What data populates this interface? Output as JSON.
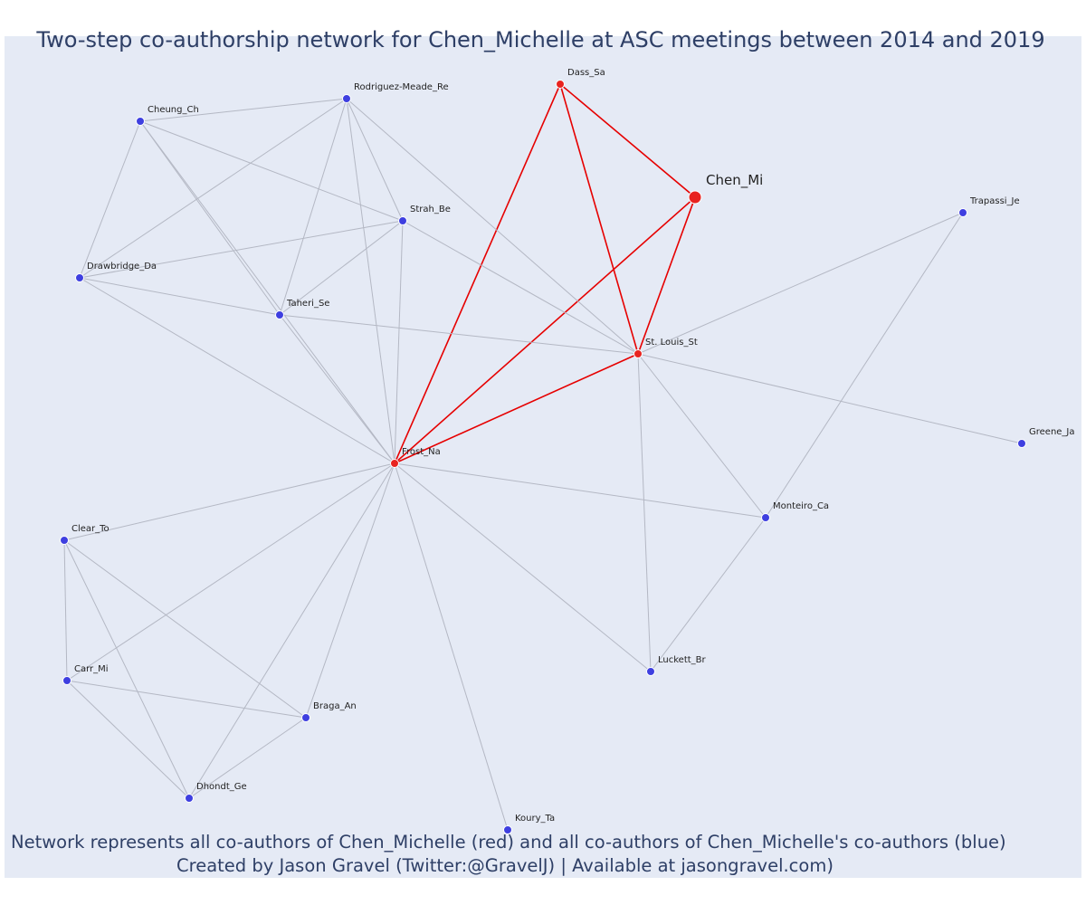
{
  "title": "Two-step co-authorship network for Chen_Michelle at ASC meetings between 2014 and 2019",
  "footer": {
    "line1": "Network represents all co-authors of Chen_Michelle (red) and all co-authors of Chen_Michelle's co-authors (blue)",
    "line2": "Created by Jason Gravel (Twitter:@GravelJ) | Available at jasongravel.com)"
  },
  "colors": {
    "background": "#e5eaf5",
    "red": "#e8231f",
    "blue": "#3e3fe0",
    "edge_gray": "#b4b8c4",
    "edge_red": "#e60000"
  },
  "nodes": [
    {
      "id": "Chen_Mi",
      "group": "focal"
    },
    {
      "id": "Dass_Sa",
      "group": "red"
    },
    {
      "id": "St. Louis_St",
      "group": "red"
    },
    {
      "id": "Frost_Na",
      "group": "red"
    },
    {
      "id": "Rodriguez-Meade_Re",
      "group": "blue"
    },
    {
      "id": "Cheung_Ch",
      "group": "blue"
    },
    {
      "id": "Strah_Be",
      "group": "blue"
    },
    {
      "id": "Drawbridge_Da",
      "group": "blue"
    },
    {
      "id": "Taheri_Se",
      "group": "blue"
    },
    {
      "id": "Trapassi_Je",
      "group": "blue"
    },
    {
      "id": "Greene_Ja",
      "group": "blue"
    },
    {
      "id": "Monteiro_Ca",
      "group": "blue"
    },
    {
      "id": "Luckett_Br",
      "group": "blue"
    },
    {
      "id": "Clear_To",
      "group": "blue"
    },
    {
      "id": "Carr_Mi",
      "group": "blue"
    },
    {
      "id": "Braga_An",
      "group": "blue"
    },
    {
      "id": "Dhondt_Ge",
      "group": "blue"
    },
    {
      "id": "Koury_Ta",
      "group": "blue"
    }
  ],
  "edges": [
    [
      "Chen_Mi",
      "Dass_Sa",
      "red"
    ],
    [
      "Chen_Mi",
      "St. Louis_St",
      "red"
    ],
    [
      "Chen_Mi",
      "Frost_Na",
      "red"
    ],
    [
      "Dass_Sa",
      "St. Louis_St",
      "red"
    ],
    [
      "Dass_Sa",
      "Frost_Na",
      "red"
    ],
    [
      "St. Louis_St",
      "Frost_Na",
      "red"
    ],
    [
      "Cheung_Ch",
      "Rodriguez-Meade_Re",
      "gray"
    ],
    [
      "Cheung_Ch",
      "Strah_Be",
      "gray"
    ],
    [
      "Cheung_Ch",
      "Drawbridge_Da",
      "gray"
    ],
    [
      "Cheung_Ch",
      "Taheri_Se",
      "gray"
    ],
    [
      "Cheung_Ch",
      "Frost_Na",
      "gray"
    ],
    [
      "Rodriguez-Meade_Re",
      "Strah_Be",
      "gray"
    ],
    [
      "Rodriguez-Meade_Re",
      "Drawbridge_Da",
      "gray"
    ],
    [
      "Rodriguez-Meade_Re",
      "Taheri_Se",
      "gray"
    ],
    [
      "Rodriguez-Meade_Re",
      "Frost_Na",
      "gray"
    ],
    [
      "Rodriguez-Meade_Re",
      "St. Louis_St",
      "gray"
    ],
    [
      "Strah_Be",
      "Drawbridge_Da",
      "gray"
    ],
    [
      "Strah_Be",
      "Taheri_Se",
      "gray"
    ],
    [
      "Strah_Be",
      "Frost_Na",
      "gray"
    ],
    [
      "Strah_Be",
      "St. Louis_St",
      "gray"
    ],
    [
      "Drawbridge_Da",
      "Taheri_Se",
      "gray"
    ],
    [
      "Drawbridge_Da",
      "Frost_Na",
      "gray"
    ],
    [
      "Taheri_Se",
      "Frost_Na",
      "gray"
    ],
    [
      "Taheri_Se",
      "St. Louis_St",
      "gray"
    ],
    [
      "St. Louis_St",
      "Trapassi_Je",
      "gray"
    ],
    [
      "St. Louis_St",
      "Greene_Ja",
      "gray"
    ],
    [
      "St. Louis_St",
      "Monteiro_Ca",
      "gray"
    ],
    [
      "St. Louis_St",
      "Luckett_Br",
      "gray"
    ],
    [
      "Trapassi_Je",
      "Monteiro_Ca",
      "gray"
    ],
    [
      "Monteiro_Ca",
      "Luckett_Br",
      "gray"
    ],
    [
      "Frost_Na",
      "Monteiro_Ca",
      "gray"
    ],
    [
      "Frost_Na",
      "Luckett_Br",
      "gray"
    ],
    [
      "Frost_Na",
      "Clear_To",
      "gray"
    ],
    [
      "Frost_Na",
      "Carr_Mi",
      "gray"
    ],
    [
      "Frost_Na",
      "Braga_An",
      "gray"
    ],
    [
      "Frost_Na",
      "Dhondt_Ge",
      "gray"
    ],
    [
      "Frost_Na",
      "Koury_Ta",
      "gray"
    ],
    [
      "Clear_To",
      "Carr_Mi",
      "gray"
    ],
    [
      "Clear_To",
      "Braga_An",
      "gray"
    ],
    [
      "Clear_To",
      "Dhondt_Ge",
      "gray"
    ],
    [
      "Carr_Mi",
      "Braga_An",
      "gray"
    ],
    [
      "Carr_Mi",
      "Dhondt_Ge",
      "gray"
    ],
    [
      "Braga_An",
      "Dhondt_Ge",
      "gray"
    ]
  ]
}
